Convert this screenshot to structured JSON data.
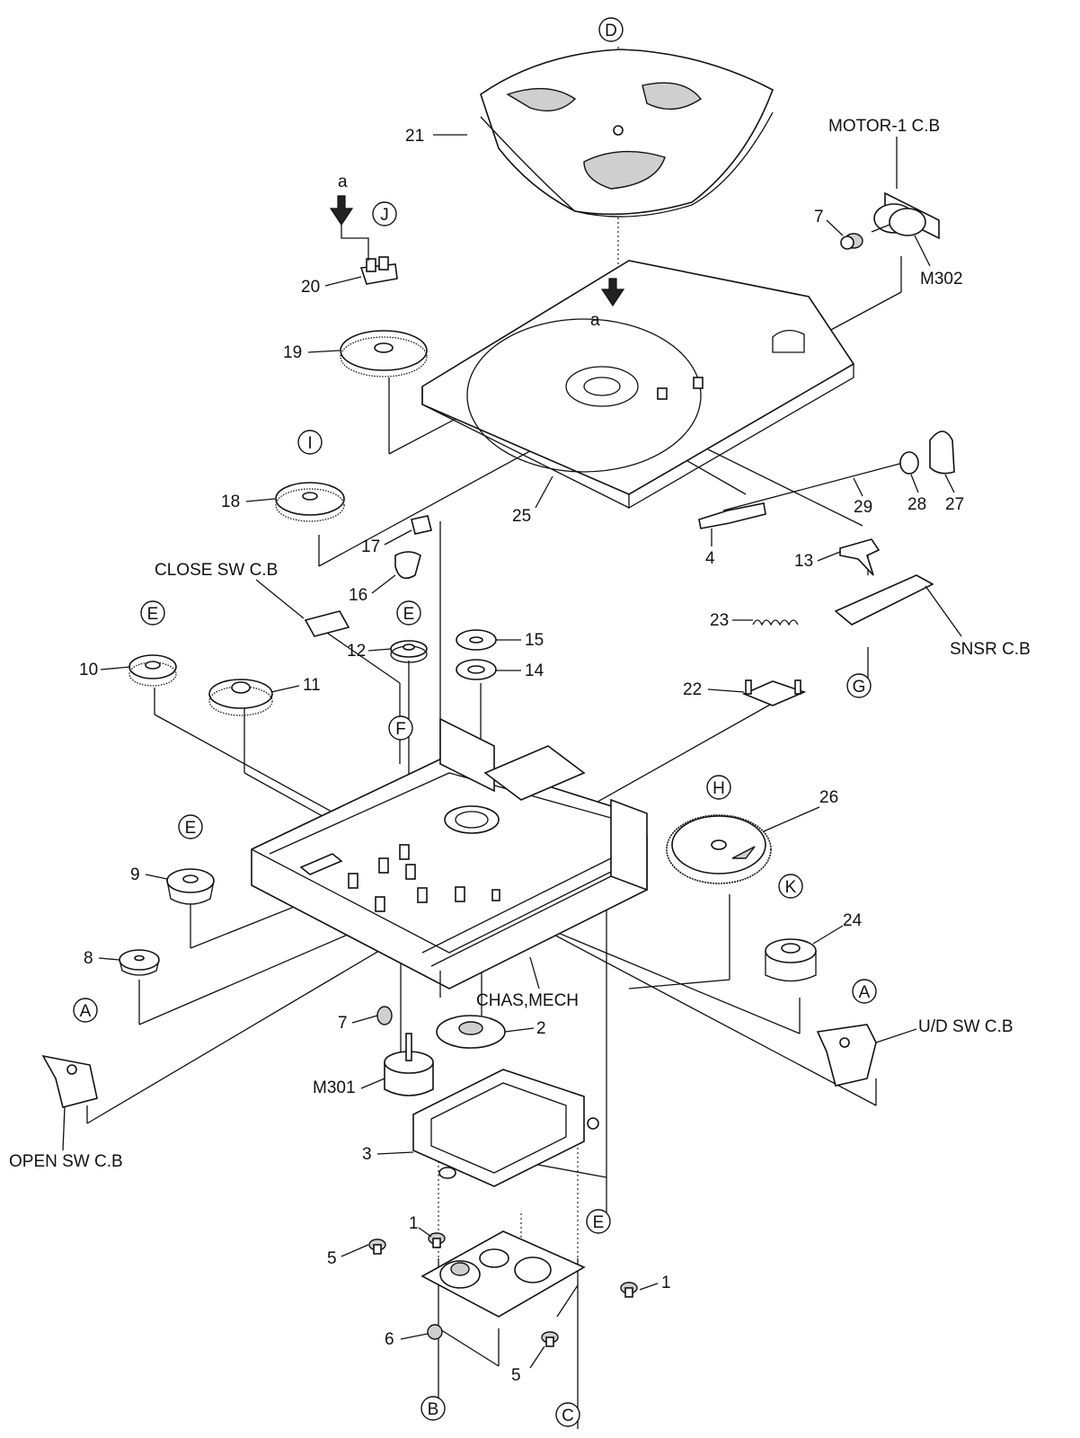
{
  "callouts": [
    {
      "id": "A",
      "text": "A"
    },
    {
      "id": "B",
      "text": "B"
    },
    {
      "id": "C",
      "text": "C"
    },
    {
      "id": "D",
      "text": "D"
    },
    {
      "id": "E",
      "text": "E"
    },
    {
      "id": "F",
      "text": "F"
    },
    {
      "id": "G",
      "text": "G"
    },
    {
      "id": "H",
      "text": "H"
    },
    {
      "id": "I",
      "text": "I"
    },
    {
      "id": "J",
      "text": "J"
    },
    {
      "id": "K",
      "text": "K"
    }
  ],
  "labels": {
    "motor1_cb": "MOTOR-1 C.B",
    "m302": "M302",
    "m301": "M301",
    "close_sw_cb": "CLOSE SW C.B",
    "snsr_cb": "SNSR C.B",
    "chas_mech": "CHAS,MECH",
    "ud_sw_cb": "U/D SW C.B",
    "open_sw_cb": "OPEN SW C.B",
    "arrow_a": "a"
  },
  "part_numbers": [
    "1",
    "2",
    "3",
    "4",
    "5",
    "6",
    "7",
    "8",
    "9",
    "10",
    "11",
    "12",
    "13",
    "14",
    "15",
    "16",
    "17",
    "18",
    "19",
    "20",
    "21",
    "22",
    "23",
    "24",
    "25",
    "26",
    "27",
    "28",
    "29"
  ]
}
